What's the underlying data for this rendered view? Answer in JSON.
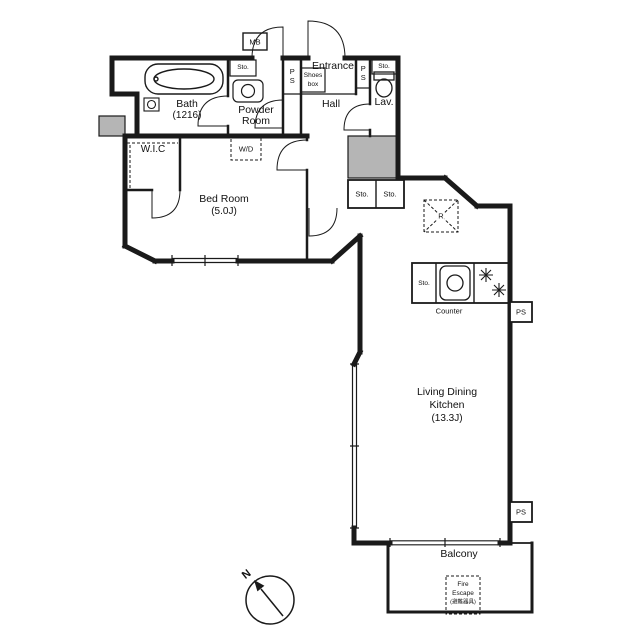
{
  "floorplan": {
    "rooms": {
      "bath": {
        "name": "Bath",
        "size": "(1216)"
      },
      "powder": {
        "line1": "Powder",
        "line2": "Room"
      },
      "entrance": {
        "name": "Entrance"
      },
      "hall": {
        "name": "Hall"
      },
      "lav": {
        "name": "Lav."
      },
      "wic": {
        "name": "W.I.C"
      },
      "bedroom": {
        "name": "Bed Room",
        "size": "(5.0J)"
      },
      "ldk": {
        "line1": "Living Dining",
        "line2": "Kitchen",
        "size": "(13.3J)"
      },
      "balcony": {
        "name": "Balcony"
      }
    },
    "labels": {
      "mb": "MB",
      "ps": "PS",
      "sto": "Sto.",
      "shoes_line1": "Shoes",
      "shoes_line2": "box",
      "wd": "W/D",
      "fridge": "R",
      "counter": "Counter",
      "fire_line1": "Fire",
      "fire_line2": "Escape",
      "fire_line3": "(避難器具)",
      "north": "N"
    }
  }
}
